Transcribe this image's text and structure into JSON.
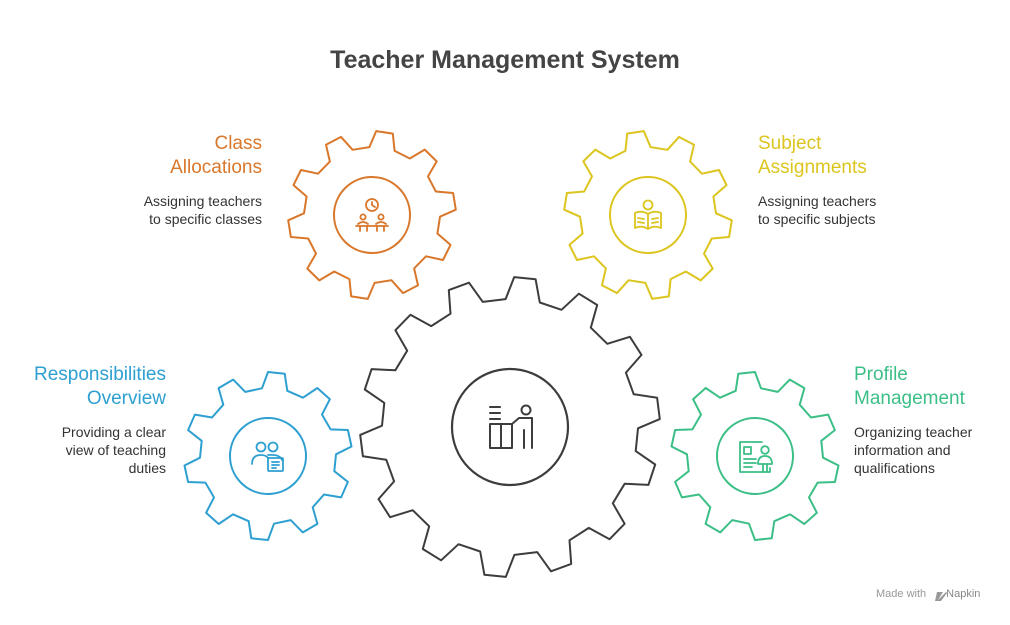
{
  "title": "Teacher Management System",
  "colors": {
    "center": "#3d3d3d",
    "class": "#d9772b",
    "subject": "#dcc51e",
    "responsibilities": "#2e9fd1",
    "profile": "#3cbf86"
  },
  "nodes": {
    "class": {
      "heading_line1": "Class",
      "heading_line2": "Allocations",
      "desc_line1": "Assigning teachers",
      "desc_line2": "to specific classes",
      "icon": "classroom-icon"
    },
    "subject": {
      "heading_line1": "Subject",
      "heading_line2": "Assignments",
      "desc_line1": "Assigning teachers",
      "desc_line2": "to specific subjects",
      "icon": "reading-book-icon"
    },
    "responsibilities": {
      "heading_line1": "Responsibilities",
      "heading_line2": "Overview",
      "desc_line1": "Providing a clear",
      "desc_line2": "view of teaching",
      "desc_line3": "duties",
      "icon": "people-document-icon"
    },
    "profile": {
      "heading_line1": "Profile",
      "heading_line2": "Management",
      "desc_line1": "Organizing teacher",
      "desc_line2": "information and",
      "desc_line3": "qualifications",
      "icon": "profile-card-icon"
    },
    "center": {
      "icon": "teacher-at-desk-icon"
    }
  },
  "footer": {
    "made_with": "Made with",
    "brand": "Napkin"
  }
}
